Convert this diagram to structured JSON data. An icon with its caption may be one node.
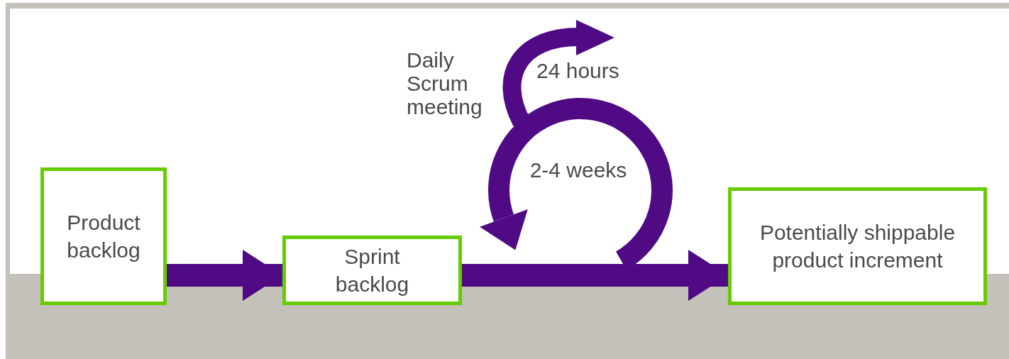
{
  "diagram": {
    "nodes": [
      {
        "text": [
          "Product backlog"
        ]
      },
      {
        "text": [
          "Sprint backlog"
        ]
      },
      {
        "text": [
          "Potentially shippable product increment"
        ]
      }
    ],
    "edges": [
      {
        "from": 0,
        "to": 1,
        "arrow": "to"
      },
      {
        "from": 1,
        "to": 2,
        "arrow": "to"
      }
    ],
    "labels": [
      "Daily Scrum meeting",
      "24 hours",
      "2-4 weeks"
    ]
  }
}
